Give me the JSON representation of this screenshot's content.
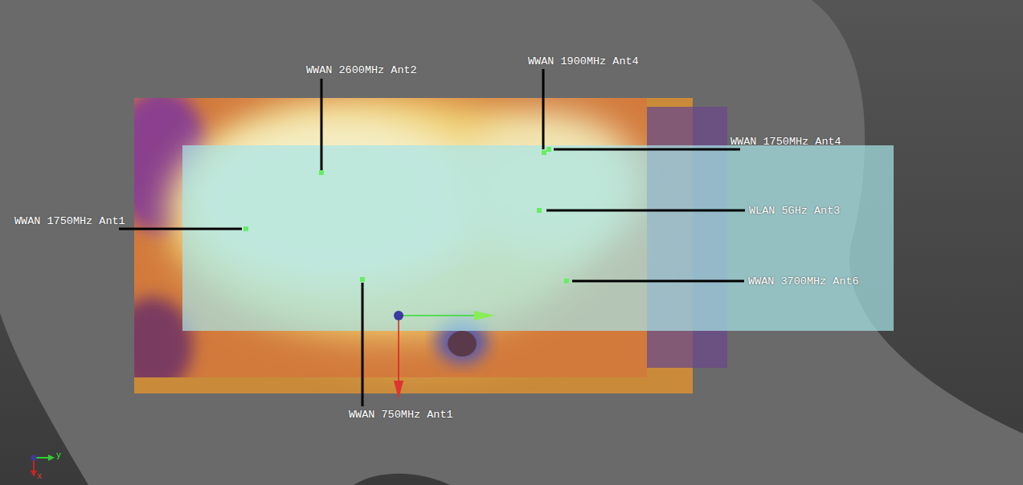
{
  "diagram": {
    "labels": [
      "WWAN 2600MHz Ant2",
      "WWAN 1900MHz Ant4",
      "WWAN 1750MHz Ant4",
      "WLAN 5GHz Ant3",
      "WWAN 1750MHz Ant1",
      "WWAN 3700MHz Ant6",
      "WWAN 750MHz Ant1",
      "y",
      "x"
    ]
  }
}
